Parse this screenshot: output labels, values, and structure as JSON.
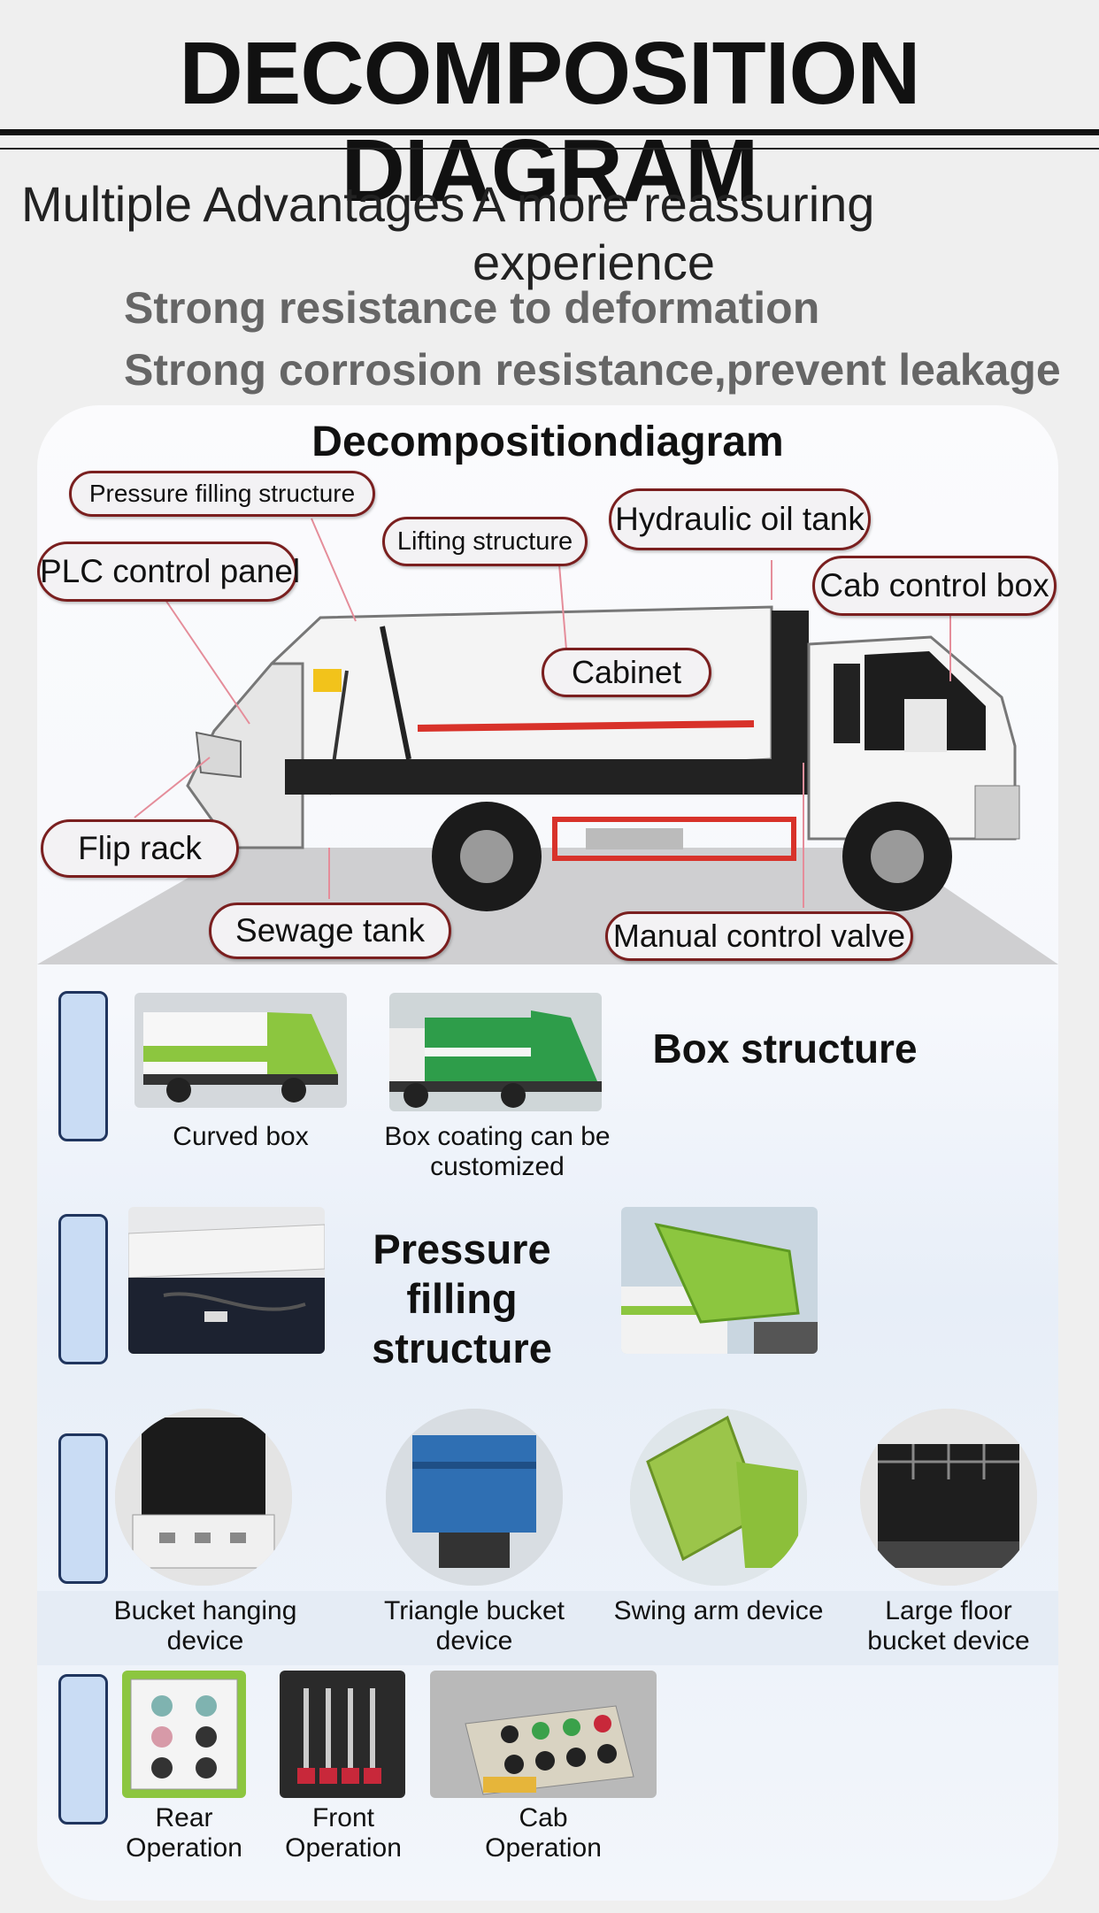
{
  "header": {
    "title": "DECOMPOSITION  DIAGRAM",
    "subtitle_left": "Multiple Advantages",
    "subtitle_right": "A more reassuring experience",
    "features": [
      "Strong resistance to deformation",
      "Strong corrosion resistance,prevent leakage"
    ]
  },
  "diagram": {
    "title": "Decompositiondiagram",
    "callouts": {
      "pressure_filling": "Pressure filling structure",
      "lifting": "Lifting structure",
      "hydraulic_tank": "Hydraulic oil tank",
      "plc_panel": "PLC control panel",
      "cab_control_box": "Cab control box",
      "cabinet": "Cabinet",
      "flip_rack": "Flip rack",
      "sewage_tank": "Sewage tank",
      "manual_valve": "Manual control valve"
    }
  },
  "box_section": {
    "title": "Box structure",
    "captions": [
      "Curved box",
      "Box coating can be customized"
    ]
  },
  "pressure_section": {
    "title": "Pressure filling structure"
  },
  "device_section": {
    "captions": [
      "Bucket hanging device",
      "Triangle bucket device",
      "Swing arm device",
      "Large floor bucket device"
    ]
  },
  "operation_section": {
    "captions": [
      "Rear Operation",
      "Front Operation",
      "Cab Operation"
    ]
  },
  "colors": {
    "callout_border": "#7a1f1f",
    "marker_border": "#20355e",
    "marker_fill": "#c9dcf4",
    "accent_green": "#8cc63f",
    "truck_stripe": "#d8322a"
  }
}
